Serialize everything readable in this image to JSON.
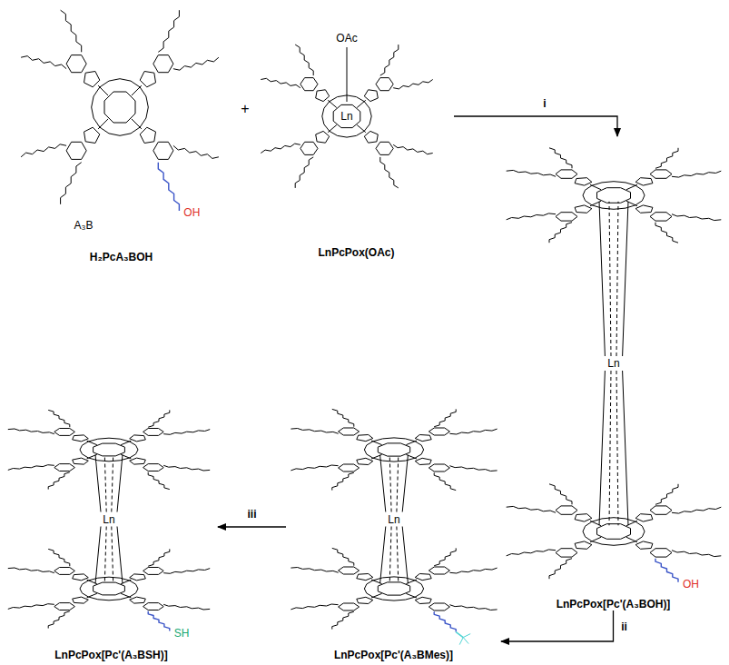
{
  "diagram": {
    "nodes": [
      {
        "text": [
          "H₂PcA₃BOH"
        ]
      },
      {
        "text": [
          "LnPcPox(OAc)"
        ]
      },
      {
        "text": [
          "LnPcPox[Pc'(A₃BOH)]"
        ]
      },
      {
        "text": [
          "LnPcPox[Pc'(A₃BMes)]"
        ]
      },
      {
        "text": [
          "LnPcPox[Pc'(A₃BSH)]"
        ]
      }
    ],
    "edges": [
      {
        "from": 1,
        "to": 2,
        "label": "i",
        "arrow": "to"
      },
      {
        "from": 2,
        "to": 3,
        "label": "ii",
        "arrow": "to"
      },
      {
        "from": 3,
        "to": 4,
        "label": "iii",
        "arrow": "to"
      }
    ],
    "labels": [
      "A₃B",
      "+",
      "OH",
      "OAc",
      "Ln",
      "Ln",
      "OH",
      "Ln",
      "Ln",
      "SH"
    ]
  }
}
